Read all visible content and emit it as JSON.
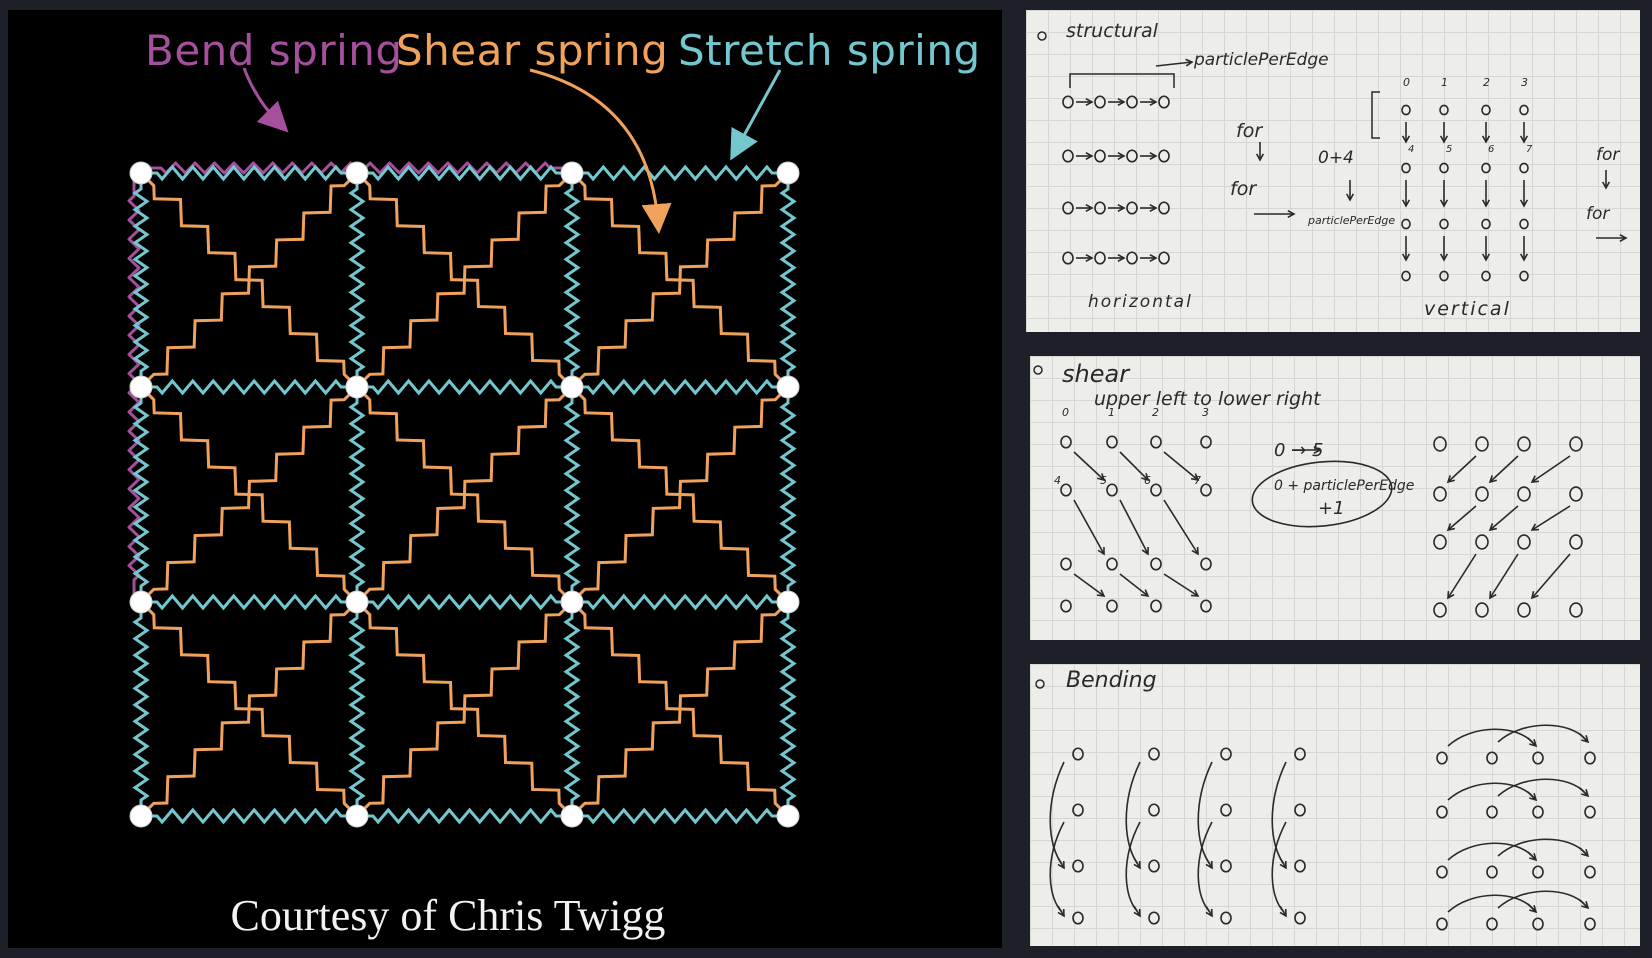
{
  "diagram": {
    "labels": {
      "bend": "Bend spring",
      "shear": "Shear spring",
      "stretch": "Stretch spring"
    },
    "credit": "Courtesy of Chris Twigg",
    "colors": {
      "bend": "#a4509c",
      "shear": "#f0a25c",
      "stretch": "#74c7cf",
      "particle": "#ffffff",
      "background": "#000000"
    }
  },
  "notes": {
    "structural": {
      "title": "structural",
      "particle_per_edge": "particlePerEdge",
      "for_label": "for",
      "index_expr": "0+4",
      "particle_per_edge_short": "particlePerEdge",
      "horizontal_label": "horizontal",
      "vertical_label": "vertical",
      "col_indices": [
        "0",
        "1",
        "2",
        "3"
      ],
      "row2_indices": [
        "4",
        "5",
        "6",
        "7"
      ]
    },
    "shear": {
      "title": "shear",
      "direction": "upper left  to  lower right",
      "mapping": "0 → 5",
      "formula_line1": "0 + particlePerEdge",
      "formula_line2": "+1",
      "col_indices": [
        "0",
        "1",
        "2",
        "3"
      ],
      "row2_indices": [
        "4",
        "5",
        "6",
        "7"
      ]
    },
    "bending": {
      "title": "Bending"
    }
  }
}
